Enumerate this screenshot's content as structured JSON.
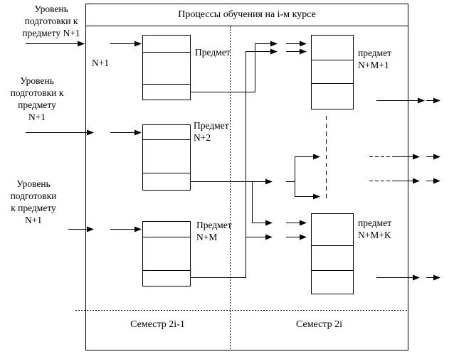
{
  "header": "Процессы обучения на i-м курсе",
  "inputs": [
    "Уровень\nподготовки к\nпредмету N+1",
    "Уровень\nподготовки к\nпредмету\nN+1",
    "Уровень\nподготовки\nк предмету\nN+1"
  ],
  "n_plus_1_label": "N+1",
  "subjects": [
    "Предмет",
    "Предмет\nN+2",
    "Предмет\nN+M",
    "предмет\nN+M+1",
    "предмет\nN+M+K"
  ],
  "footer": {
    "left": "Семестр 2i-1",
    "right": "Семестр 2i"
  }
}
